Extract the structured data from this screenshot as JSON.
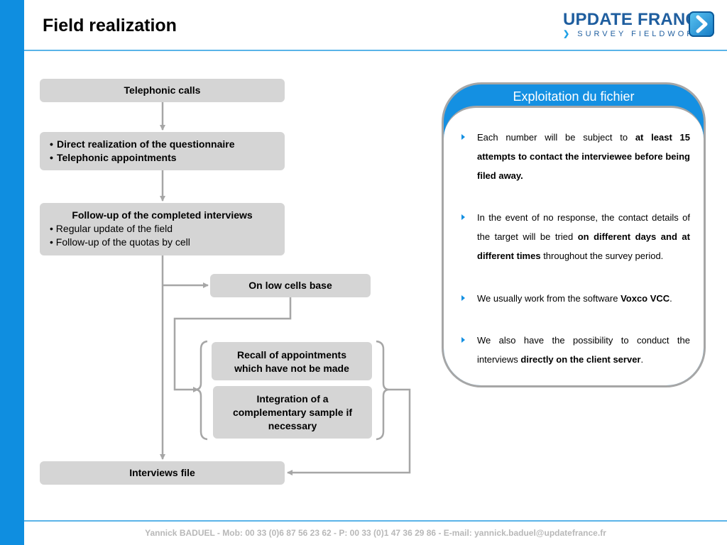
{
  "title": "Field realization",
  "logo": {
    "main": "UPDATE FRANCE",
    "sub": "SURVEY FIELDWORK"
  },
  "flow": {
    "telephonic_calls": "Telephonic calls",
    "bullets": [
      "Direct realization of the questionnaire",
      "Telephonic appointments"
    ],
    "followup": {
      "heading": "Follow-up of the completed interviews",
      "items": [
        "• Regular update of the field",
        "• Follow-up of the quotas by cell"
      ]
    },
    "low_cells": "On low cells base",
    "recall": "Recall of appointments which have not be made",
    "integration": "Integration of a complementary sample if necessary",
    "interviews_file": "Interviews file"
  },
  "panel": {
    "title": "Exploitation du fichier",
    "items": [
      {
        "a": "Each number will be subject to ",
        "b": "at least 15 attempts to contact the interviewee before being filed away.",
        "c": ""
      },
      {
        "a": "In the event of no response, the contact details of the target will be tried ",
        "b": "on different days and at different times",
        "c": " throughout the survey period."
      },
      {
        "a": "We usually work from the software ",
        "b": "Voxco VCC",
        "c": "."
      },
      {
        "a": "We also have the possibility to conduct the interviews ",
        "b": "directly on the client server",
        "c": "."
      }
    ]
  },
  "footer": "Yannick BADUEL  - Mob: 00 33 (0)6 87 56 23 62 - P: 00 33 (0)1 47 36 29 86 - E-mail: yannick.baduel@updatefrance.fr"
}
